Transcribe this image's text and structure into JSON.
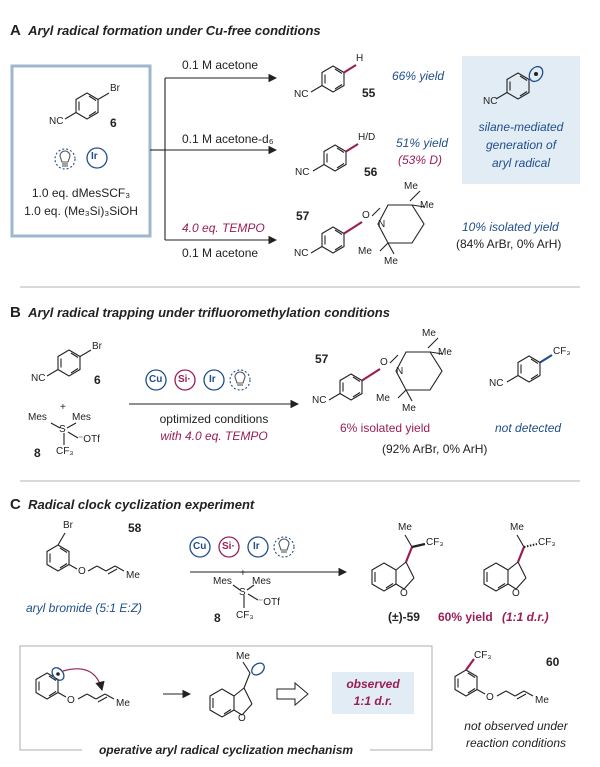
{
  "colors": {
    "blue_frame": "#9fb6cf",
    "shade": "#e1ecf5",
    "blue_text": "#1f4e8c",
    "magenta": "#9b1d56",
    "rule": "#9a9a9a"
  },
  "panelA": {
    "letter": "A",
    "title": "Aryl radical formation under Cu-free conditions",
    "sm_label": "6",
    "sm_sub": "Br",
    "sm_cn": "NC",
    "ir_label": "Ir",
    "reagent1": "1.0 eq. dMesSCF₃",
    "reagent2": "1.0 eq. (Me₃Si)₃SiOH",
    "cond_top": "0.1 M acetone",
    "cond_mid": "0.1 M acetone-d₆",
    "cond_tempo": "4.0 eq. TEMPO",
    "cond_bot": "0.1 M acetone",
    "p55_num": "55",
    "p55_h": "H",
    "p55_cn": "NC",
    "p55_yield": "66% yield",
    "p56_num": "56",
    "p56_h": "H/D",
    "p56_cn": "NC",
    "p56_yield": "51% yield",
    "p56_d": "(53% D)",
    "p57_num": "57",
    "p57_cn": "NC",
    "p57_yield": "10% isolated yield",
    "p57_ratio": "(84% ArBr, 0% ArH)",
    "note_cn": "NC",
    "note1": "silane-mediated",
    "note2": "generation of",
    "note3": "aryl radical",
    "me": "Me",
    "n": "N",
    "o": "O"
  },
  "panelB": {
    "letter": "B",
    "title": "Aryl radical trapping under trifluoromethylation conditions",
    "sm_label": "6",
    "sm_sub": "Br",
    "sm_cn": "NC",
    "cu": "Cu",
    "si": "Si·",
    "ir": "Ir",
    "cond1": "optimized conditions",
    "cond2": "with 4.0 eq. TEMPO",
    "reagent_num": "8",
    "mes": "Mes",
    "s": "S",
    "plus": "+",
    "otf": "⁻OTf",
    "cf3": "CF₃",
    "p57_num": "57",
    "p57_cn": "NC",
    "p57_yield": "6%  isolated yield",
    "p57_ratio": "(92% ArBr, 0% ArH)",
    "alt_cf3": "CF₃",
    "alt_cn": "NC",
    "alt_status": "not detected",
    "me": "Me",
    "n": "N",
    "o": "O"
  },
  "panelC": {
    "letter": "C",
    "title": "Radical clock cyclization experiment",
    "sm_num": "58",
    "sm_br": "Br",
    "sm_o": "O",
    "sm_me": "Me",
    "sm_label": "aryl bromide (5:1 E:Z)",
    "cu": "Cu",
    "si": "Si·",
    "ir": "Ir",
    "reagent_num": "8",
    "mes": "Mes",
    "s": "S",
    "plus": "+",
    "otf": "⁻OTf",
    "cf3": "CF₃",
    "prod_me": "Me",
    "prod_cf3": "CF₃",
    "prod_o": "O",
    "prod_label": "(±)-59",
    "prod_yield": "60% yield",
    "prod_dr": "(1:1 d.r.)",
    "mech_o": "O",
    "mech_me": "Me",
    "mech_title": "operative aryl radical cyclization mechanism",
    "mech_obs1": "observed",
    "mech_obs2": "1:1 d.r.",
    "alt_num": "60",
    "alt_cf3": "CF₃",
    "alt_o": "O",
    "alt_me": "Me",
    "alt_note1": "not observed under",
    "alt_note2": "reaction conditions"
  }
}
